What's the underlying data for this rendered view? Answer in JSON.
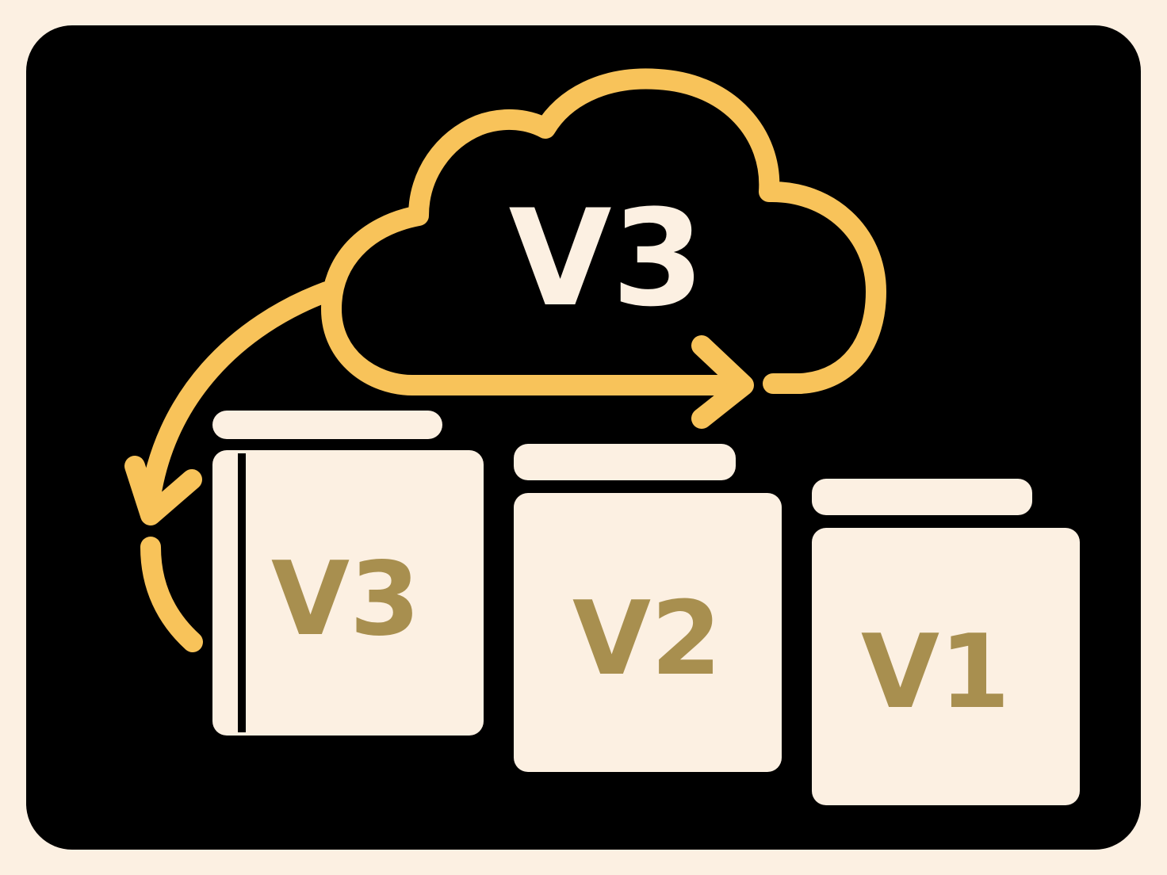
{
  "colors": {
    "background": "#fcf0e2",
    "panel": "#000000",
    "accent": "#f8c35a",
    "folder": "#fcf0e2",
    "folder_label": "#a88f4f"
  },
  "cloud": {
    "icon": "cloud-icon",
    "label": "V3"
  },
  "arrows": [
    {
      "icon": "arrow-right-icon",
      "from": "cloud",
      "to": "cloud"
    },
    {
      "icon": "arrow-down-left-icon",
      "from": "cloud",
      "to": "folder-v3"
    }
  ],
  "folders": [
    {
      "icon": "folder-icon",
      "label": "V3"
    },
    {
      "icon": "folder-icon",
      "label": "V2"
    },
    {
      "icon": "folder-icon",
      "label": "V1"
    }
  ]
}
